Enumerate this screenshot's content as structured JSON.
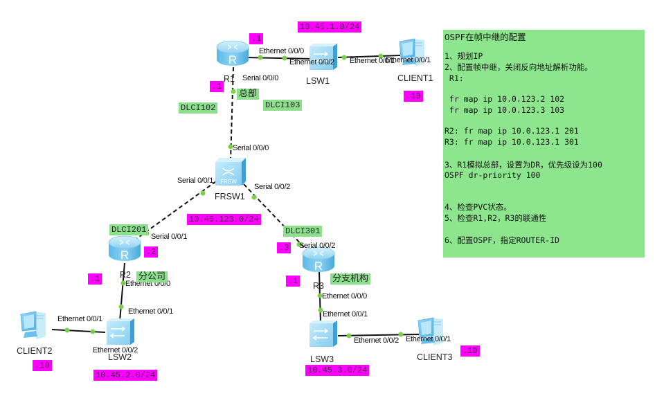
{
  "devices": {
    "r1": {
      "name": "R1",
      "type": "router"
    },
    "r2": {
      "name": "R2",
      "type": "router"
    },
    "r3": {
      "name": "R3",
      "type": "router"
    },
    "lsw1": {
      "name": "LSW1",
      "type": "switch"
    },
    "lsw2": {
      "name": "LSW2",
      "type": "switch"
    },
    "lsw3": {
      "name": "LSW3",
      "type": "switch"
    },
    "frsw1": {
      "name": "FRSW1",
      "type": "frame-relay-switch",
      "icon_text": "FRSW"
    },
    "client1": {
      "name": "CLIENT1",
      "type": "pc"
    },
    "client2": {
      "name": "CLIENT2",
      "type": "pc"
    },
    "client3": {
      "name": "CLIENT3",
      "type": "pc"
    }
  },
  "ports": {
    "r1_eth": "Ethernet 0/0/0",
    "lsw1_e2": "Ethernet 0/0/2",
    "lsw1_e1": "Ethernet 0/0/1",
    "client1_eth": "Ethernet 0/0/1",
    "r1_serial": "Serial 0/0/0",
    "frsw_s0": "Serial 0/0/0",
    "frsw_s1": "Serial 0/0/1",
    "frsw_s2": "Serial 0/0/2",
    "r2_serial": "Serial 0/0/1",
    "r3_serial": "Serial 0/0/2",
    "r2_eth": "Ethernet 0/0/0",
    "lsw2_e1_up": "Ethernet 0/0/1",
    "lsw2_e1_left": "Ethernet 0/0/1",
    "lsw2_e2": "Ethernet 0/0/2",
    "r3_eth": "Ethernet 0/0/0",
    "lsw3_e1": "Ethernet 0/0/1",
    "lsw3_e2": "Ethernet 0/0/2",
    "client3_eth": "Ethernet 0/0/1"
  },
  "labels": {
    "net1": "10.45.1.0/24",
    "net2": "10.45.2.0/24",
    "net3": "10.45.3.0/24",
    "net123": "10.45.123.0/24",
    "r1_eth_ip": ".1",
    "r1_serial_ip": ".1",
    "client1_ip": ".10",
    "r2_serial_ip": ".2",
    "r2_eth_ip": ".1",
    "client2_ip": ".10",
    "r3_serial_ip": ".3",
    "r3_eth_ip": ".1",
    "client3_ip": ".10",
    "dlci102": "DLCI102",
    "dlci103": "DLCI103",
    "dlci201": "DLCI201",
    "dlci301": "DLCI301",
    "hq": "总部",
    "branch_office": "分公司",
    "branch_org": "分支机构"
  },
  "notes": [
    "OSPF在帧中继的配置",
    "",
    "1、规划IP",
    "2、配置帧中继，关闭反向地址解析功能。",
    " R1:",
    "",
    " fr map ip 10.0.123.2 102",
    " fr map ip 10.0.123.3 103",
    "",
    "R2: fr map ip 10.0.123.1 201",
    "R3: fr map ip 10.0.123.1 301",
    "",
    "3、R1模拟总部，设置为DR，优先级设为100",
    "OSPF dr-priority 100",
    "",
    "",
    "4、检查PVC状态。",
    "5、检查R1,R2，R3的联通性",
    "",
    "6、配置OSPF，指定ROUTER-ID"
  ],
  "colors": {
    "ip_tag": "#ff00ff",
    "note_bg": "#8de68d",
    "port_dot": "#7ccf4a",
    "device_blue": "#7cc8ee"
  }
}
